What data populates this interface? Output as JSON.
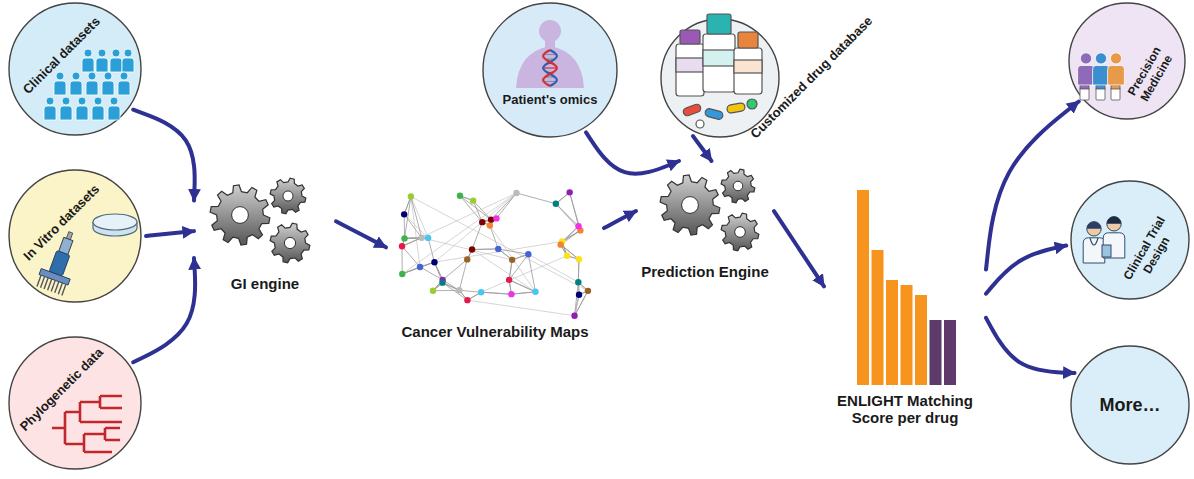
{
  "diagram": {
    "nodes": [
      {
        "text": [
          "Clinical datasets"
        ]
      },
      {
        "text": [
          "In Vitro datasets"
        ]
      },
      {
        "text": [
          "Phylogenetic data"
        ]
      },
      {
        "text": [
          "GI engine"
        ]
      },
      {
        "text": [
          "Cancer Vulnerability Maps"
        ]
      },
      {
        "text": [
          "Patient's omics"
        ]
      },
      {
        "text": [
          "Customized drug database"
        ]
      },
      {
        "text": [
          "Prediction Engine"
        ]
      },
      {
        "text": [
          "ENLIGHT Matching Score per drug"
        ]
      },
      {
        "text": [
          "Precision Medicine"
        ]
      },
      {
        "text": [
          "Clinical Trial Design"
        ]
      },
      {
        "text": [
          "More…"
        ]
      }
    ],
    "edges": [
      {
        "from": 0,
        "to": 3,
        "arrow": "to"
      },
      {
        "from": 1,
        "to": 3,
        "arrow": "to"
      },
      {
        "from": 2,
        "to": 3,
        "arrow": "to"
      },
      {
        "from": 3,
        "to": 4,
        "arrow": "to"
      },
      {
        "from": 4,
        "to": 7,
        "arrow": "to"
      },
      {
        "from": 5,
        "to": 7,
        "arrow": "to"
      },
      {
        "from": 6,
        "to": 7,
        "arrow": "to"
      },
      {
        "from": 7,
        "to": 8,
        "arrow": "to"
      },
      {
        "from": 8,
        "to": 9,
        "arrow": "to"
      },
      {
        "from": 8,
        "to": 10,
        "arrow": "to"
      },
      {
        "from": 8,
        "to": 11,
        "arrow": "to"
      }
    ]
  }
}
